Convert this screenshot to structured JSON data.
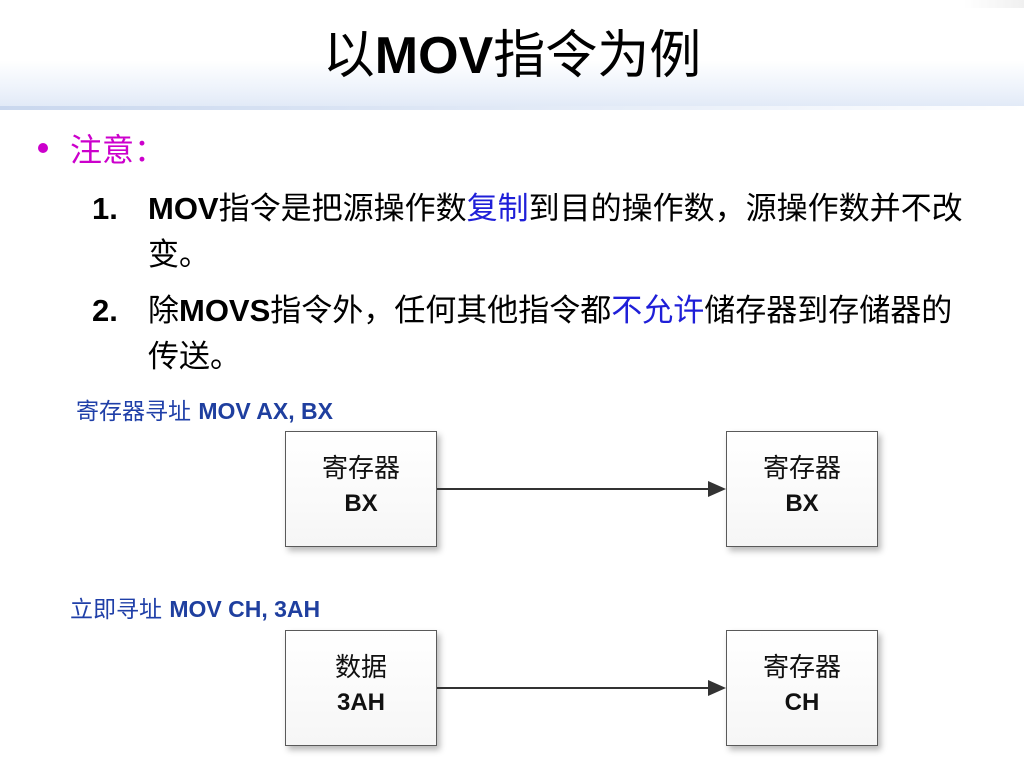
{
  "slide": {
    "title_cn1": "以",
    "title_latin": "MOV",
    "title_cn2": "指令为例"
  },
  "note": {
    "heading": "注意："
  },
  "items": [
    {
      "number": "1.",
      "latin": "MOV",
      "text_a": "指令是把源操作数",
      "highlight": "复制",
      "text_b": "到目的操作数，源操作数并不改变。"
    },
    {
      "number": "2.",
      "prefix": "除",
      "latin": "MOVS",
      "text_a": "指令外，任何其他指令都",
      "highlight": "不允许",
      "text_b": "储存器到存储器的传送。"
    }
  ],
  "diagrams": [
    {
      "label_cn": "寄存器寻址",
      "label_code": "MOV AX, BX",
      "source": {
        "line1": "寄存器",
        "line2": "BX"
      },
      "target": {
        "line1": "寄存器",
        "line2": "BX"
      }
    },
    {
      "label_cn": "立即寻址",
      "label_code": "MOV CH, 3AH",
      "source": {
        "line1": "数据",
        "line2": "3AH"
      },
      "target": {
        "line1": "寄存器",
        "line2": "CH"
      }
    }
  ],
  "colors": {
    "bullet": "#cc00cc",
    "highlight": "#1f1fd8",
    "diagram_label": "#1f3fa8"
  }
}
